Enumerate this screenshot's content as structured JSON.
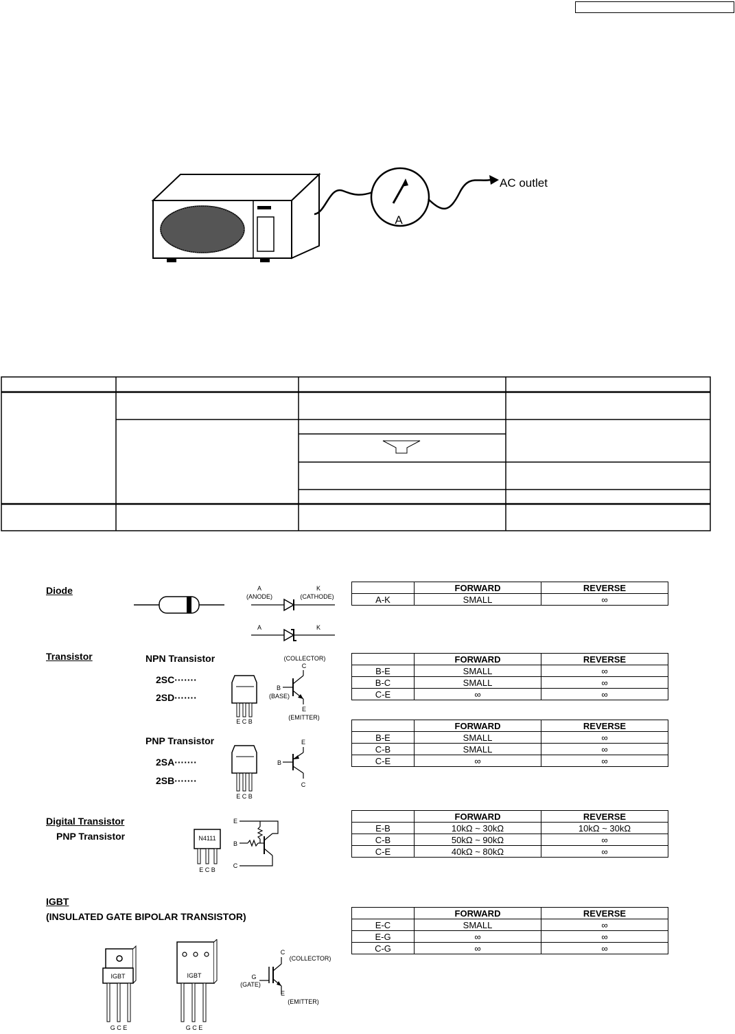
{
  "ac_outlet_label": "AC outlet",
  "ammeter_label": "A",
  "components": {
    "diode": {
      "title": "Diode",
      "pin_a": "A",
      "pin_a_sub": "(ANODE)",
      "pin_k": "K",
      "pin_k_sub": "(CATHODE)",
      "pin_a2": "A",
      "pin_k2": "K",
      "table": {
        "headers": [
          "",
          "FORWARD",
          "REVERSE"
        ],
        "rows": [
          [
            "A-K",
            "SMALL",
            "∞"
          ]
        ]
      }
    },
    "transistor": {
      "title": "Transistor",
      "npn": {
        "title": "NPN Transistor",
        "models": [
          "2SC·······",
          "2SD·······"
        ],
        "pins": "E C B",
        "collector": "(COLLECTOR)",
        "c": "C",
        "b": "B",
        "base": "(BASE)",
        "e": "E",
        "emitter": "(EMITTER)",
        "table": {
          "headers": [
            "",
            "FORWARD",
            "REVERSE"
          ],
          "rows": [
            [
              "B-E",
              "SMALL",
              "∞"
            ],
            [
              "B-C",
              "SMALL",
              "∞"
            ],
            [
              "C-E",
              "∞",
              "∞"
            ]
          ]
        }
      },
      "pnp": {
        "title": "PNP Transistor",
        "models": [
          "2SA·······",
          "2SB·······"
        ],
        "pins": "E C B",
        "e": "E",
        "b": "B",
        "c": "C",
        "table": {
          "headers": [
            "",
            "FORWARD",
            "REVERSE"
          ],
          "rows": [
            [
              "B-E",
              "SMALL",
              "∞"
            ],
            [
              "C-B",
              "SMALL",
              "∞"
            ],
            [
              "C-E",
              "∞",
              "∞"
            ]
          ]
        }
      }
    },
    "digital_transistor": {
      "title": "Digital Transistor",
      "subtitle": "PNP Transistor",
      "part": "N4111",
      "pins": "E C B",
      "e": "E",
      "b": "B",
      "c": "C",
      "table": {
        "headers": [
          "",
          "FORWARD",
          "REVERSE"
        ],
        "rows": [
          [
            "E-B",
            "10kΩ ~ 30kΩ",
            "10kΩ ~ 30kΩ"
          ],
          [
            "C-B",
            "50kΩ ~ 90kΩ",
            "∞"
          ],
          [
            "C-E",
            "40kΩ ~ 80kΩ",
            "∞"
          ]
        ]
      }
    },
    "igbt": {
      "title": "IGBT",
      "subtitle": "(INSULATED GATE BIPOLAR TRANSISTOR)",
      "pkg_label": "IGBT",
      "pins": "G C E",
      "c": "C",
      "collector": "(COLLECTOR)",
      "g": "G",
      "gate": "(GATE)",
      "e": "E",
      "emitter": "(EMITTER)",
      "table": {
        "headers": [
          "",
          "FORWARD",
          "REVERSE"
        ],
        "rows": [
          [
            "E-C",
            "SMALL",
            "∞"
          ],
          [
            "E-G",
            "∞",
            "∞"
          ],
          [
            "C-G",
            "∞",
            "∞"
          ]
        ]
      }
    }
  }
}
